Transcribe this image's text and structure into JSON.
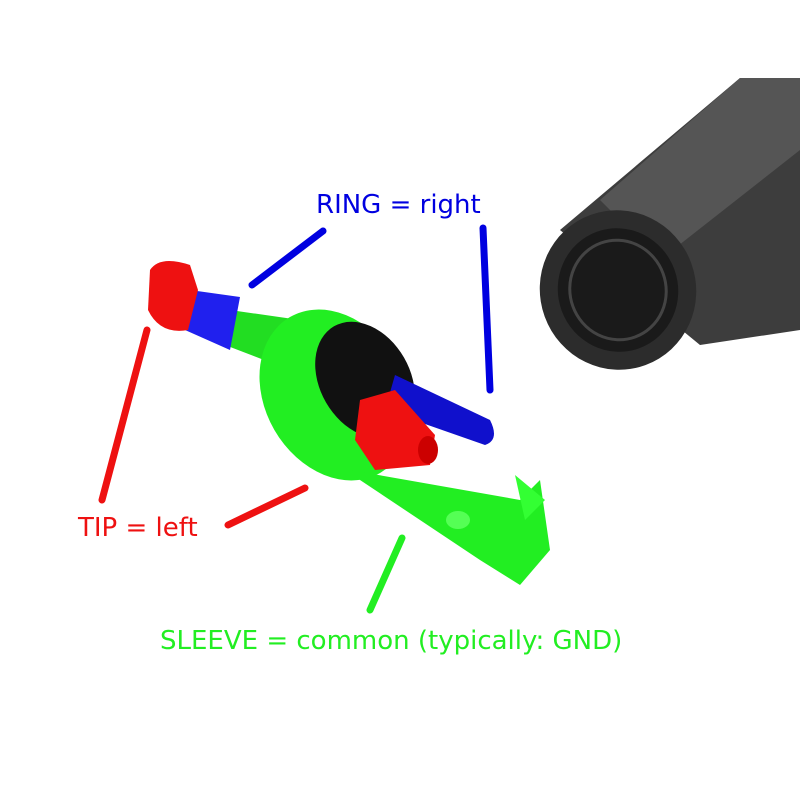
{
  "labels": {
    "ring": "RING = right",
    "tip": "TIP = left",
    "sleeve": "SLEEVE = common (typically: GND)"
  },
  "colors": {
    "ring": "#0000e0",
    "tip": "#ee1111",
    "sleeve": "#22ee22",
    "housing": "#3a3a3a"
  }
}
